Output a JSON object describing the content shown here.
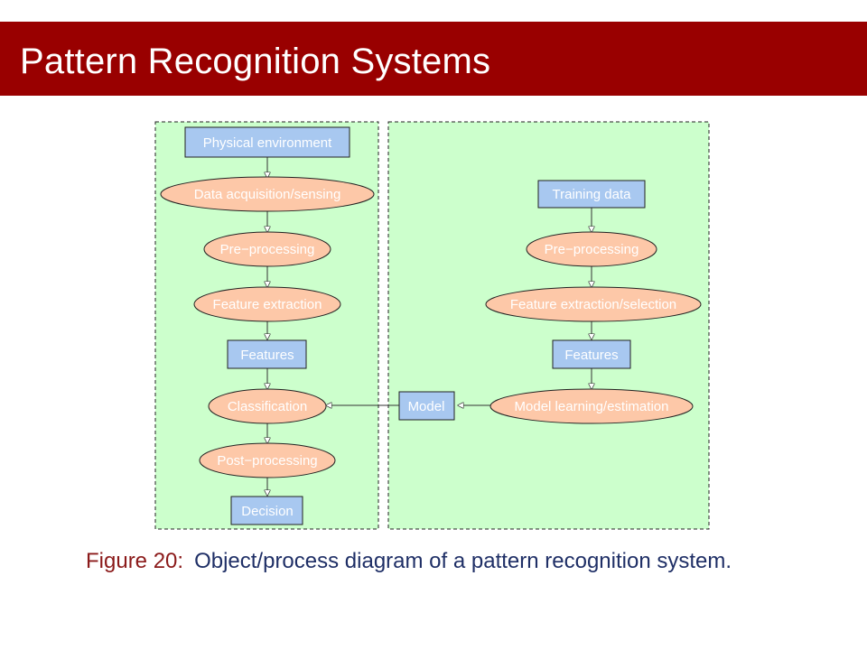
{
  "slide": {
    "title": "Pattern Recognition Systems"
  },
  "colors": {
    "title_bar": "#990000",
    "panel_fill": "#ccffcc",
    "box_fill": "#a8c8f0",
    "ellipse_fill": "#fdc8a8",
    "node_text": "#ffffff",
    "caption_label": "#8b1a1a",
    "caption_text": "#1f2f66"
  },
  "diagram": {
    "left_panel": {
      "nodes": {
        "physical_environment": "Physical environment",
        "data_acquisition": "Data acquisition/sensing",
        "pre_processing": "Pre−processing",
        "feature_extraction": "Feature extraction",
        "features": "Features",
        "classification": "Classification",
        "post_processing": "Post−processing",
        "decision": "Decision"
      }
    },
    "right_panel": {
      "nodes": {
        "training_data": "Training data",
        "pre_processing": "Pre−processing",
        "feature_extraction_selection": "Feature extraction/selection",
        "features": "Features",
        "model_learning": "Model learning/estimation",
        "model": "Model"
      }
    }
  },
  "caption": {
    "label": "Figure 20:",
    "text": "Object/process diagram of a pattern recognition system."
  }
}
